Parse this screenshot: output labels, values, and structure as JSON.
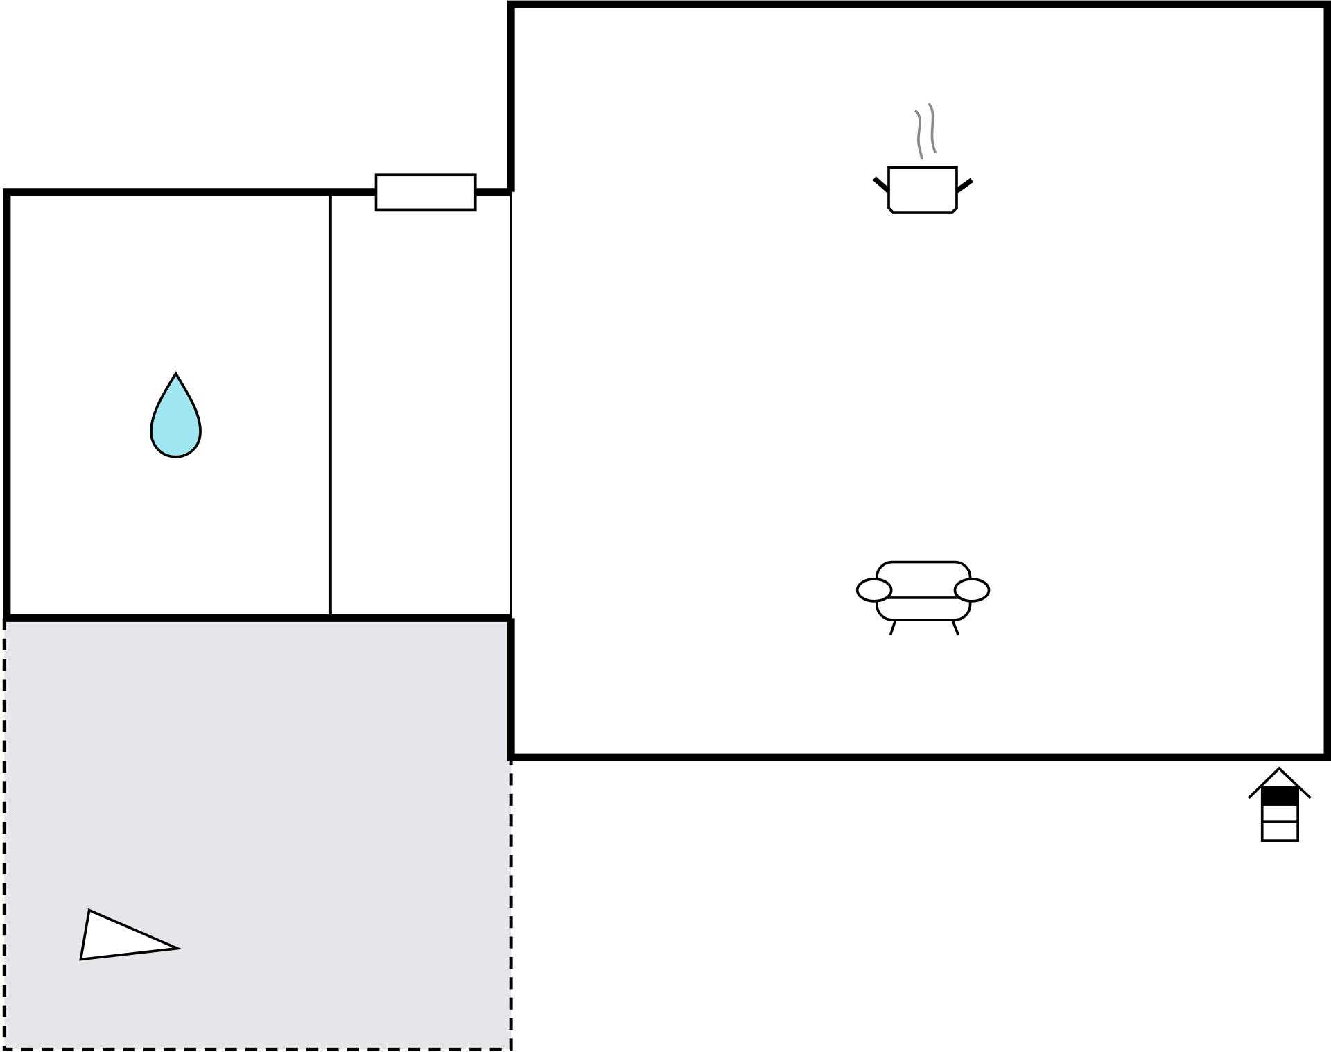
{
  "plan": {
    "colors": {
      "wall": "#000000",
      "terrace": "#e6e6ea",
      "water": "#a0e6f0",
      "steam": "#8a8a8a",
      "background": "#ffffff"
    },
    "rooms": [
      {
        "kind": "bathroom",
        "icon": "water-drop-icon"
      },
      {
        "kind": "hallway",
        "icon": ""
      },
      {
        "kind": "kitchen-living",
        "icons": [
          "cooking-pot-icon",
          "sofa-icon"
        ]
      },
      {
        "kind": "terrace",
        "icon": "terrace-triangle-icon"
      }
    ],
    "entrance_icon": "entrance-arrow-icon",
    "window_icon": "window-icon"
  }
}
